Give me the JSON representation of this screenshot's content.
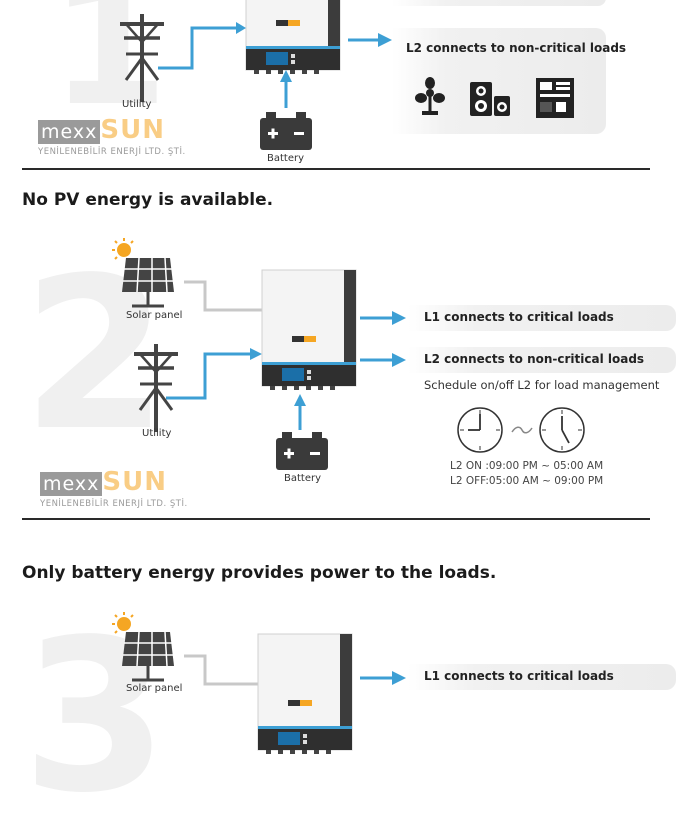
{
  "section1": {
    "l2_label": "L2 connects to non-critical loads",
    "utility_caption": "Utility",
    "battery_caption": "Battery"
  },
  "section2": {
    "number": "2",
    "heading": "No PV energy is available.",
    "solar_caption": "Solar panel",
    "utility_caption": "Utility",
    "battery_caption": "Battery",
    "l1_label": "L1 connects to critical loads",
    "l2_label": "L2 connects to non-critical loads",
    "schedule_text": "Schedule on/off L2 for load management",
    "l2_on": "L2 ON :09:00 PM ~ 05:00 AM",
    "l2_off": "L2 OFF:05:00 AM ~ 09:00 PM"
  },
  "section3": {
    "number": "3",
    "heading": "Only battery energy provides power to the loads.",
    "solar_caption": "Solar panel",
    "l1_label": "L1 connects to critical loads"
  },
  "logo": {
    "mark_left": "mexx",
    "mark_right": "SUN",
    "subtitle": "YENİLENEBİLİR ENERJİ LTD. ŞTİ."
  },
  "inverter_brand": "mexxSUN",
  "colors": {
    "arrow_blue": "#3d9fd4",
    "line_gray": "#c8c8c8",
    "accent_orange": "#f5a623",
    "heading_dark": "#1b1b1b"
  },
  "icons": [
    "tower-icon",
    "battery-icon",
    "fan-icon",
    "speaker-icon",
    "coffee-machine-icon",
    "solar-panel-icon",
    "clock-icon"
  ]
}
